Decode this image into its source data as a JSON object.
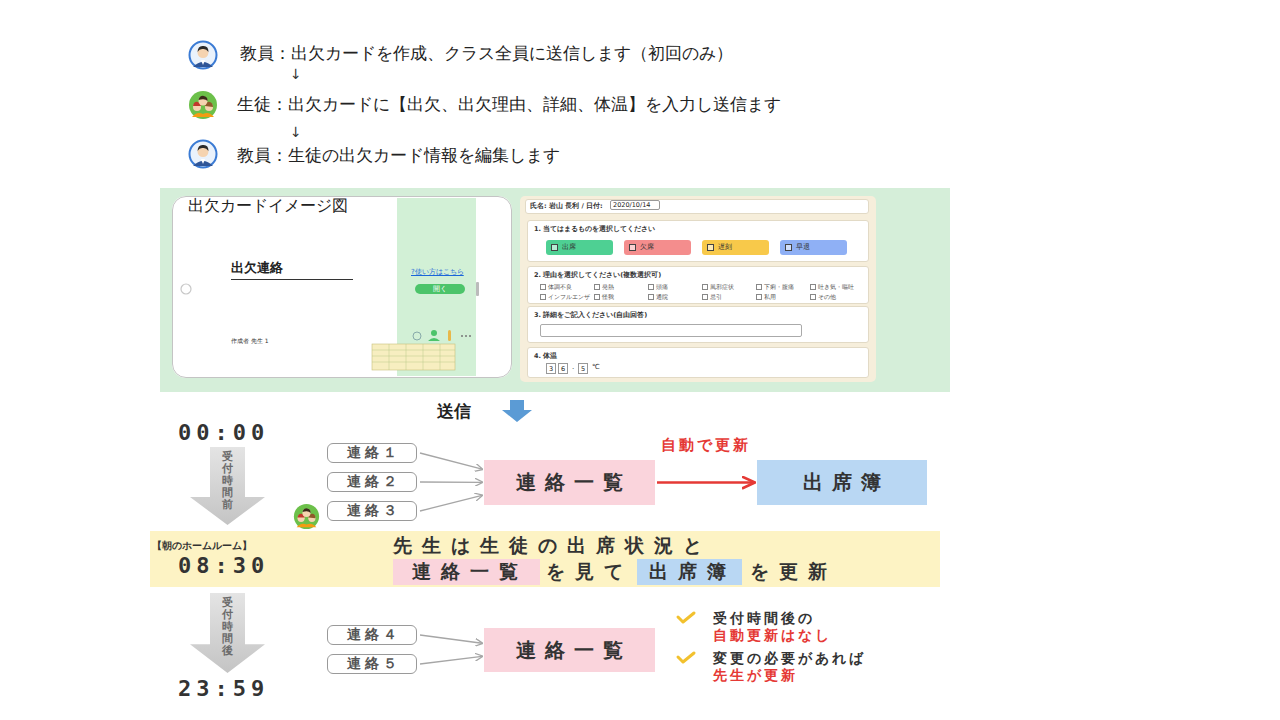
{
  "diagram": {
    "nodes": [
      {
        "text": [
          "出欠カードイメージ図"
        ]
      },
      {
        "text": [
          "出欠連絡",
          "?使い方はこちら",
          "作成者 先生 1"
        ],
        "in": 0
      },
      {
        "text": [
          "開く"
        ],
        "in": 1
      },
      {
        "text": [
          "氏名: 岩山 長利 / 日付:",
          "2020/10/14"
        ],
        "in": 0
      },
      {
        "text": [
          "1. 当てはまるものを選択してください"
        ],
        "in": 3
      },
      {
        "text": [
          "出席"
        ],
        "in": 4
      },
      {
        "text": [
          "欠席"
        ],
        "in": 4
      },
      {
        "text": [
          "遅刻"
        ],
        "in": 4
      },
      {
        "text": [
          "早退"
        ],
        "in": 4
      },
      {
        "text": [
          "2. 理由を選択してください(複数選択可)",
          "体調不良",
          "発熱",
          "頭痛",
          "風邪症状",
          "下痢・腹痛",
          "吐き気・嘔吐",
          "インフルエンザ",
          "怪我",
          "通院",
          "忌引",
          "私用",
          "その他"
        ],
        "in": 3
      },
      {
        "text": [
          "3. 詳細をご記入ください(自由回答)"
        ],
        "in": 3
      },
      {
        "text": [
          "4. 体温",
          ".",
          "℃"
        ],
        "in": 3
      },
      {
        "text": [
          "3"
        ],
        "in": 11
      },
      {
        "text": [
          "6"
        ],
        "in": 11
      },
      {
        "text": [
          "5"
        ],
        "in": 11
      },
      {
        "text": [
          "受付時間前"
        ]
      },
      {
        "text": [
          "連絡１"
        ]
      },
      {
        "text": [
          "連絡２"
        ]
      },
      {
        "text": [
          "連絡３"
        ]
      },
      {
        "text": [
          "連絡一覧"
        ]
      },
      {
        "text": [
          "出席簿"
        ]
      },
      {
        "text": [
          "【朝のホームルーム】",
          "08:30",
          "先生は生徒の出席状況と",
          "を見て",
          "を更新"
        ]
      },
      {
        "text": [
          "連絡一覧"
        ],
        "in": 21
      },
      {
        "text": [
          "出席簿"
        ],
        "in": 21
      },
      {
        "text": [
          "受付時間後"
        ]
      },
      {
        "text": [
          "連絡４"
        ]
      },
      {
        "text": [
          "連絡５"
        ]
      },
      {
        "text": [
          "連絡一覧"
        ]
      }
    ],
    "edges": [
      {
        "from": 16,
        "to": 19,
        "arrow": "to"
      },
      {
        "from": 17,
        "to": 19,
        "arrow": "to"
      },
      {
        "from": 18,
        "to": 19,
        "arrow": "to"
      },
      {
        "from": 19,
        "to": 20,
        "label": "自動で更新",
        "arrow": "to"
      },
      {
        "from": 25,
        "to": 27,
        "arrow": "to"
      },
      {
        "from": 26,
        "to": 27,
        "arrow": "to"
      }
    ],
    "labels": [
      "教員：出欠カードを作成、クラス全員に送信します（初回のみ）",
      "↓",
      "生徒：出欠カードに【出欠、出欠理由、詳細、体温】を入力し送信ます",
      "↓",
      "教員：生徒の出欠カード情報を編集します",
      "送信",
      "00:00",
      "受付時間後の",
      "自動更新はなし",
      "変更の必要があれば",
      "先生が更新",
      "23:59"
    ]
  }
}
